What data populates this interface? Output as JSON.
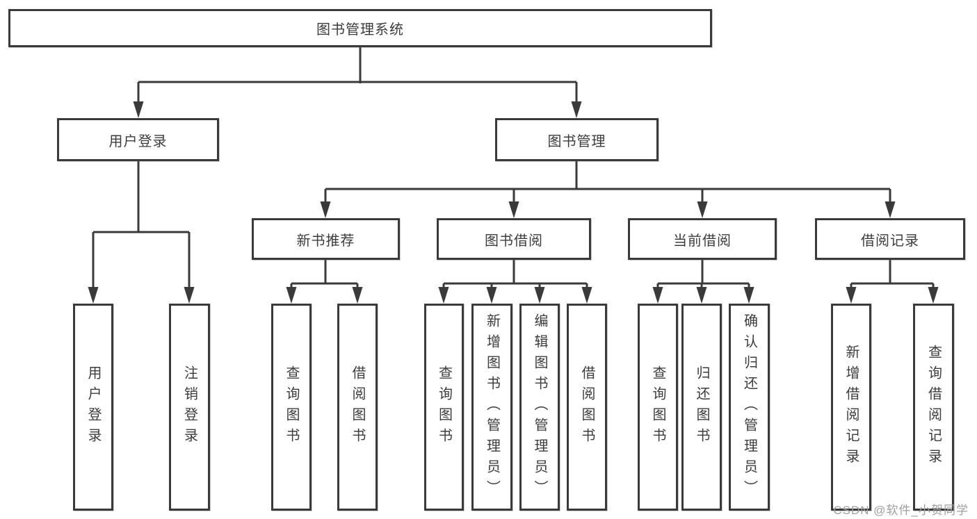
{
  "tree": {
    "label": "图书管理系统",
    "children": [
      {
        "label": "用户登录",
        "children": [
          {
            "label": "用户登录"
          },
          {
            "label": "注销登录"
          }
        ]
      },
      {
        "label": "图书管理",
        "children": [
          {
            "label": "新书推荐",
            "children": [
              {
                "label": "查询图书"
              },
              {
                "label": "借阅图书"
              }
            ]
          },
          {
            "label": "图书借阅",
            "children": [
              {
                "label": "查询图书"
              },
              {
                "label": "新增图书（管理员）"
              },
              {
                "label": "编辑图书（管理员）"
              },
              {
                "label": "借阅图书"
              }
            ]
          },
          {
            "label": "当前借阅",
            "children": [
              {
                "label": "查询图书"
              },
              {
                "label": "归还图书"
              },
              {
                "label": "确认归还（管理员）"
              }
            ]
          },
          {
            "label": "借阅记录",
            "children": [
              {
                "label": "新增借阅记录"
              },
              {
                "label": "查询借阅记录"
              }
            ]
          }
        ]
      }
    ]
  },
  "watermark": {
    "text": "CSDN @软件_小贺同学"
  },
  "colors": {
    "line": "#3a3a3a",
    "box_border": "#3a3a3a",
    "text": "#3c3c3c",
    "watermark": "#9e9e9e",
    "background": "#ffffff"
  }
}
